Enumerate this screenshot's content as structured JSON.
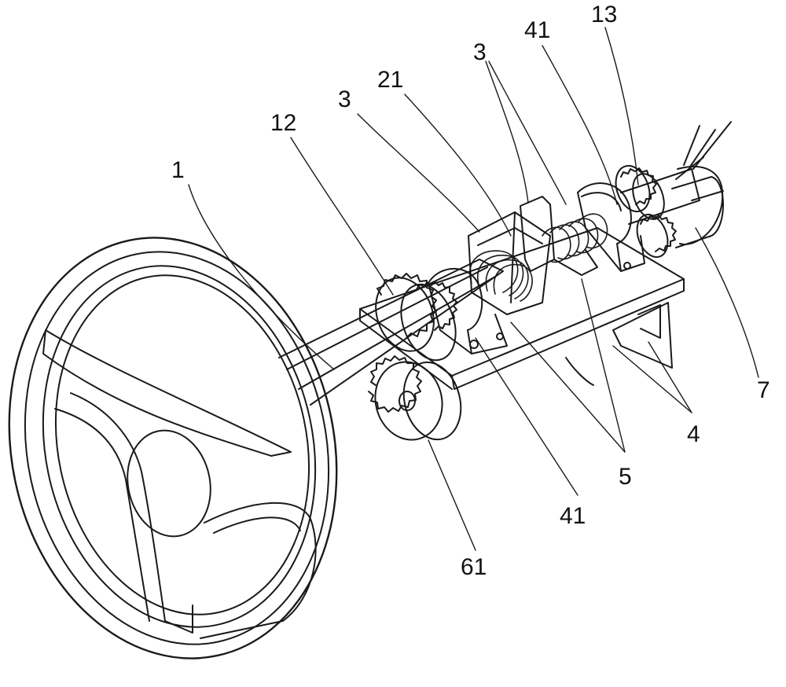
{
  "figure": {
    "labels": {
      "l1": "1",
      "l12": "12",
      "l3a": "3",
      "l21": "21",
      "l3b": "3",
      "l41a": "41",
      "l13": "13",
      "l7": "7",
      "l4": "4",
      "l5": "5",
      "l41b": "41",
      "l61": "61"
    }
  }
}
